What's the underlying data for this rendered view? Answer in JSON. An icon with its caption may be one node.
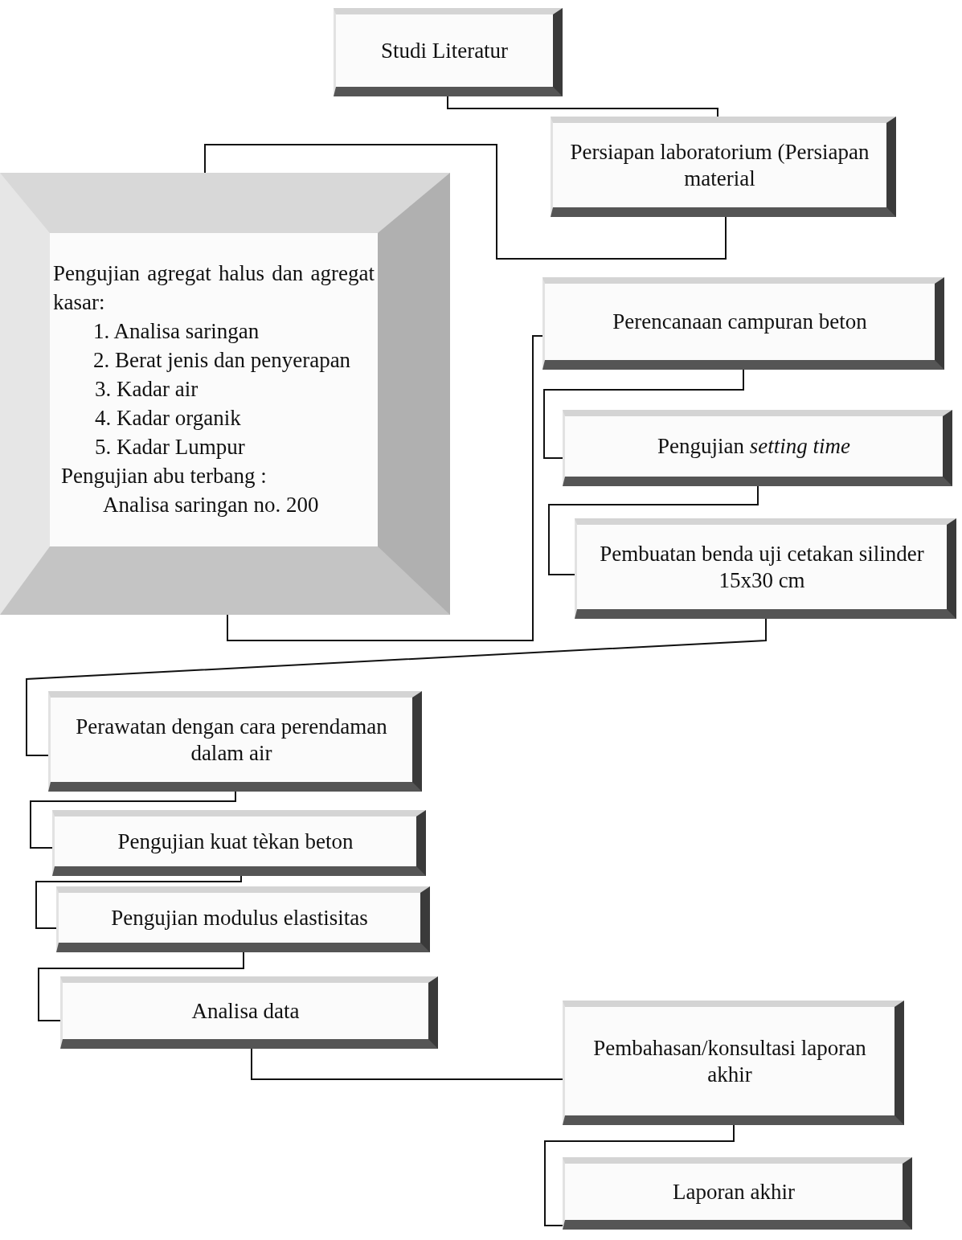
{
  "diagram": {
    "nodes": [
      {
        "text": [
          "Studi Literatur"
        ]
      },
      {
        "text": [
          "Persiapan laboratorium (Persiapan material"
        ]
      },
      {
        "text": [
          "Pengujian agregat halus dan agregat kasar:",
          "1. Analisa saringan",
          "2. Berat jenis dan penyerapan",
          "3. Kadar air",
          "4. Kadar organik",
          "5. Kadar Lumpur",
          "Pengujian abu terbang :",
          "Analisa saringan no. 200"
        ]
      },
      {
        "text": [
          "Perencanaan campuran beton"
        ]
      },
      {
        "text": [
          "Pengujian *setting time*"
        ]
      },
      {
        "text": [
          "Pembuatan benda uji cetakan silinder 15x30 cm"
        ]
      },
      {
        "text": [
          "Perawatan dengan cara perendaman dalam air"
        ]
      },
      {
        "text": [
          "Pengujian kuat tèkan beton"
        ]
      },
      {
        "text": [
          "Pengujian modulus elastisitas"
        ]
      },
      {
        "text": [
          "Analisa data"
        ]
      },
      {
        "text": [
          "Pembahasan/konsultasi laporan akhir"
        ]
      },
      {
        "text": [
          "Laporan akhir"
        ]
      }
    ],
    "edges": [
      {
        "from": 0,
        "to": 1,
        "arrow": "none"
      },
      {
        "from": 1,
        "to": 2,
        "arrow": "none"
      },
      {
        "from": 2,
        "to": 3,
        "arrow": "none"
      },
      {
        "from": 3,
        "to": 4,
        "arrow": "none"
      },
      {
        "from": 4,
        "to": 5,
        "arrow": "none"
      },
      {
        "from": 5,
        "to": 6,
        "arrow": "none"
      },
      {
        "from": 6,
        "to": 7,
        "arrow": "none"
      },
      {
        "from": 7,
        "to": 8,
        "arrow": "none"
      },
      {
        "from": 8,
        "to": 9,
        "arrow": "none"
      },
      {
        "from": 9,
        "to": 10,
        "arrow": "none"
      },
      {
        "from": 10,
        "to": 11,
        "arrow": "none"
      }
    ]
  }
}
